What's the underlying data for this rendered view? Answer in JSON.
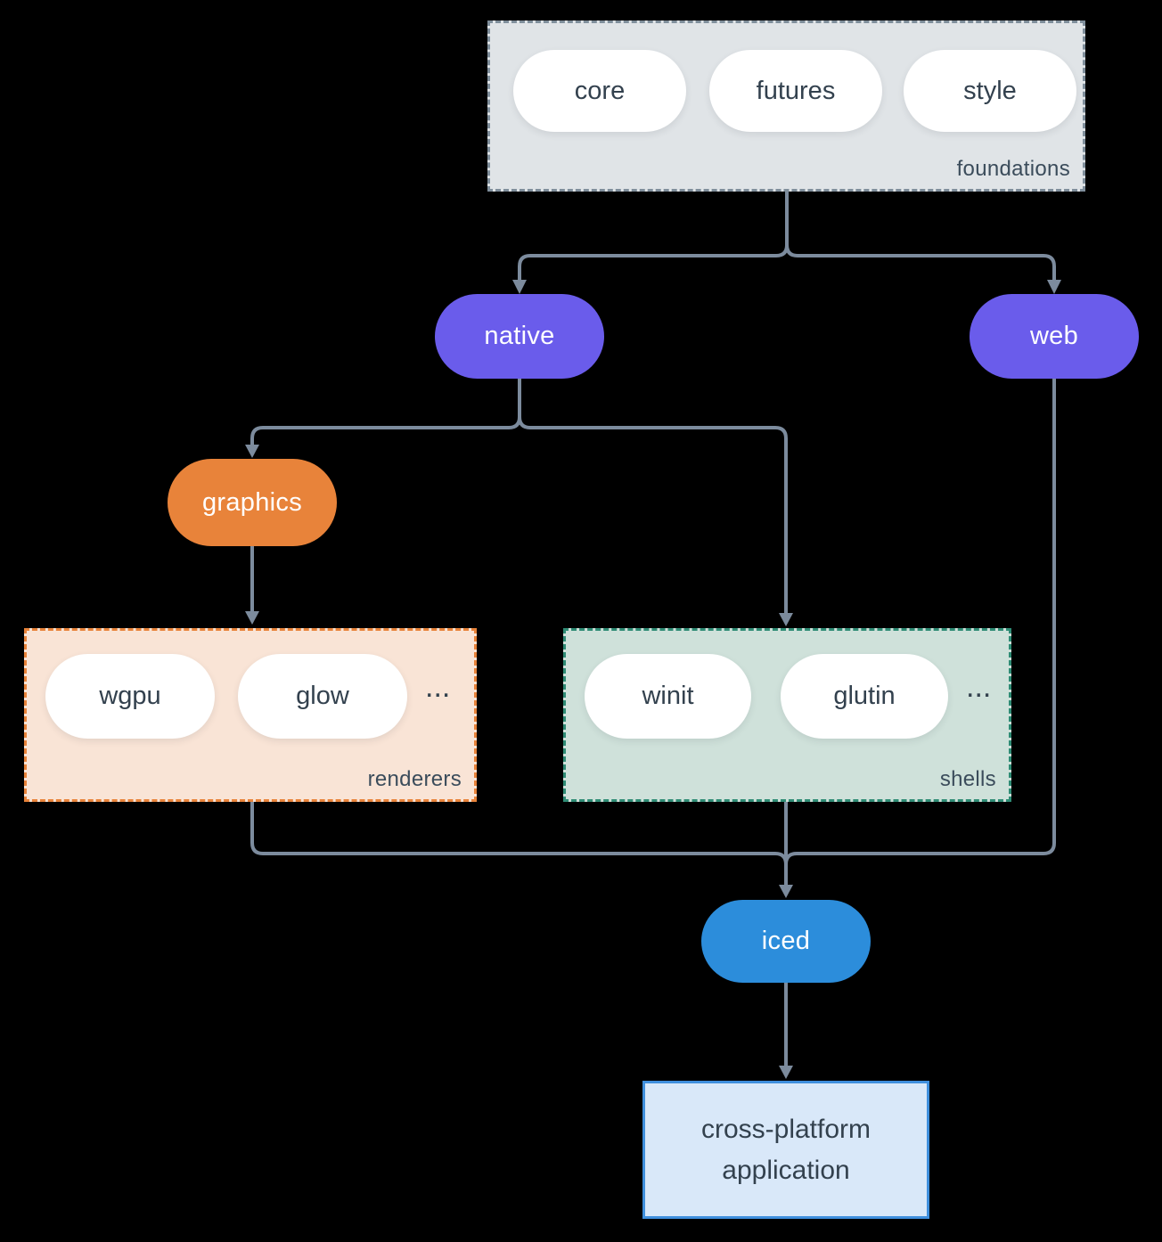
{
  "diagram": {
    "title_implied": "iced ecosystem dependency graph",
    "groups": {
      "foundations": {
        "label": "foundations",
        "pills": [
          "core",
          "futures",
          "style"
        ]
      },
      "renderers": {
        "label": "renderers",
        "pills": [
          "wgpu",
          "glow"
        ],
        "ellipsis": "..."
      },
      "shells": {
        "label": "shells",
        "pills": [
          "winit",
          "glutin"
        ],
        "ellipsis": "..."
      }
    },
    "nodes": {
      "native": "native",
      "web": "web",
      "graphics": "graphics",
      "iced": "iced",
      "app": "cross-platform application"
    },
    "edges": [
      "foundations -> native",
      "foundations -> web",
      "native -> graphics",
      "native -> shells",
      "graphics -> renderers",
      "renderers -> iced",
      "shells -> iced",
      "web -> iced",
      "iced -> app"
    ],
    "palette": {
      "background": "#000000",
      "wire": "#7c8b9d",
      "purple_node": "#6a5ceb",
      "orange_node": "#e8833a",
      "blue_node": "#2c8ddb",
      "foundations_bg": "#e0e4e7",
      "foundations_border": "#7f8e9b",
      "renderers_bg": "#f9e4d6",
      "renderers_border": "#e8833a",
      "shells_bg": "#cfe1da",
      "shells_border": "#2f8c75",
      "app_bg": "#d9e8f9",
      "app_border": "#3f8fdd",
      "dark_text": "#33414e",
      "label_text": "#3b4c5b"
    }
  }
}
